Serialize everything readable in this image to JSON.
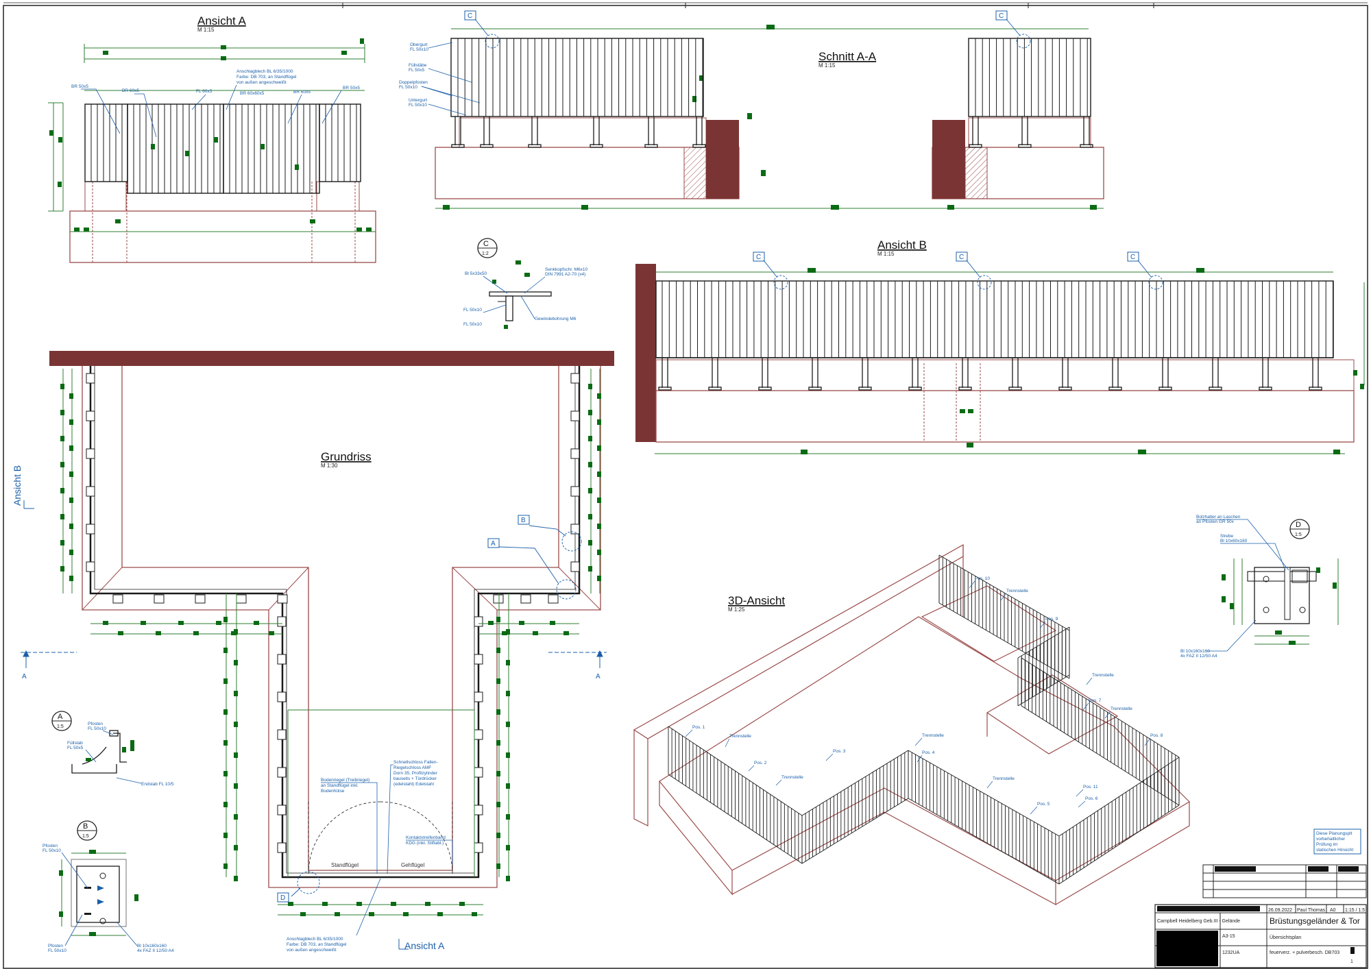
{
  "views": {
    "ansicht_a": {
      "title": "Ansicht A",
      "scale": "M 1:15"
    },
    "schnitt_aa": {
      "title": "Schnitt A-A",
      "scale": "M 1:15"
    },
    "ansicht_b": {
      "title": "Ansicht B",
      "scale": "M 1:15"
    },
    "grundriss": {
      "title": "Grundriss",
      "scale": "M 1:30"
    },
    "ansicht_3d": {
      "title": "3D-Ansicht",
      "scale": "M 1:25"
    }
  },
  "ansicht_a_labels": {
    "flat_left": "BR 50x5",
    "flat_2": "BR 60x5",
    "flat_3": "FL 60x5",
    "flat_4": "BR 60x60x5",
    "flat_5": "BR 60x5",
    "flat_right": "BR 50x5",
    "note_1": "Anschlagblech BL 6/35/1000",
    "note_2": "Farbe: DB 703, an Standflügel",
    "note_3": "von außen angeschweißt"
  },
  "schnitt_labels": {
    "l1": "Obergurt",
    "l1b": "FL 50x10",
    "l2": "Füllstäbe",
    "l2b": "FL 50x5",
    "l3": "Doppelpfosten",
    "l3b": "FL 50x10",
    "l4": "Untergurt",
    "l4b": "FL 50x10"
  },
  "detail_tags": {
    "c": "C",
    "a": "A",
    "b": "B",
    "d": "D"
  },
  "detail_scales": {
    "c": "1:2",
    "a": "1:5",
    "b": "1:5",
    "d": "1:5"
  },
  "detail_c_labels": {
    "l1": "Bl 5x33x50",
    "l2": "Senkkopfschr. M6x10",
    "l2b": "DIN 7991 A2-70 (x4)",
    "l3": "FL 50x10",
    "l4": "Gewindebohrung M6",
    "l5": "FL 50x10"
  },
  "detail_a_labels": {
    "l1": "Pfosten",
    "l1b": "FL 50x10",
    "l2": "Füllstab",
    "l2b": "FL 50x5",
    "l3": "Endstab FL 10/5"
  },
  "detail_b_labels": {
    "l1": "Pfosten",
    "l1b": "FL 50x10",
    "l2": "Pfosten",
    "l2b": "FL 50x10",
    "l3": "Bl 10x160x160",
    "l3b": "4x FAZ II 12/50 A4"
  },
  "detail_d_labels": {
    "l1": "Bolzhalter an Laschen",
    "l1b": "an Pfosten GR 50x",
    "l2": "Strebe",
    "l2b": "Bl 10x60x160",
    "l3": "Bl 10x160x160",
    "l3b": "4x FAZ II 12/50 A4"
  },
  "grundriss_labels": {
    "side_label": "Ansicht B",
    "section_a1": "A",
    "section_a2": "A",
    "bottom_label": "Ansicht A",
    "standfluegel": "Standflügel",
    "gehfluegel": "Gehflügel",
    "note_left_1": "Bodenriegel (Treibriegel)",
    "note_left_2": "an Standflügel inkl.",
    "note_left_3": "Bodenhülse",
    "note_mid_1": "Schnellschloss Fallen-",
    "note_mid_2": "Riegelschloss AMF",
    "note_mid_3": "Dorn 35, Profilzylinder",
    "note_mid_4": "bauseits + Türdrücker",
    "note_mid_5": "(edelstahl) Edelstahl",
    "note_right_1": "Kontaktstreifenband",
    "note_right_2": "KDG (inkl. Stiftabl.)",
    "note_bottom_1": "Anschlagblech BL 6/35/1000",
    "note_bottom_2": "Farbe: DB 703, an Standflügel",
    "note_bottom_3": "von außen angeschweißt"
  },
  "iso_labels": {
    "p1": "Pos. 1",
    "p2": "Pos. 2",
    "p3": "Pos. 3",
    "p4": "Pos. 4",
    "p5": "Pos. 5",
    "p6": "Pos. 6",
    "p7": "Pos. 7",
    "p8": "Pos. 8",
    "p9": "Pos. 9",
    "p10": "Pos. 10",
    "p11": "Pos. 11",
    "t1": "Trennstelle",
    "t2": "Trennstelle",
    "t3": "Trennstelle",
    "t4": "Trennstelle",
    "t5": "Trennstelle",
    "t6": "Trennstelle",
    "t7": "Trennstelle"
  },
  "notice": {
    "l1": "Diese Planungsplt",
    "l2": "vorbehaltlicher",
    "l3": "Prüfung im",
    "l4": "statischen Hinsicht"
  },
  "title_block": {
    "company": "Campbell Heidelberg Geb.III - Gelände",
    "date": "26.09.2022",
    "drawn_by": "Paul Thomas",
    "format": "A0",
    "scale": "1:15 / 1:5",
    "title": "Brüstungsgeländer & Tor",
    "subtitle": "Übersichtsplan",
    "surface": "feuerverz. + pulverbesch. DB703",
    "code1": "A3-15",
    "code2": "1232UA",
    "sheet_no": "1"
  },
  "colors": {
    "wall": "#7a3434",
    "concrete_line": "#9b4a4a",
    "dimension": "#2e7d32",
    "annotation": "#1a5fa8",
    "steel": "#1a1a1a"
  }
}
